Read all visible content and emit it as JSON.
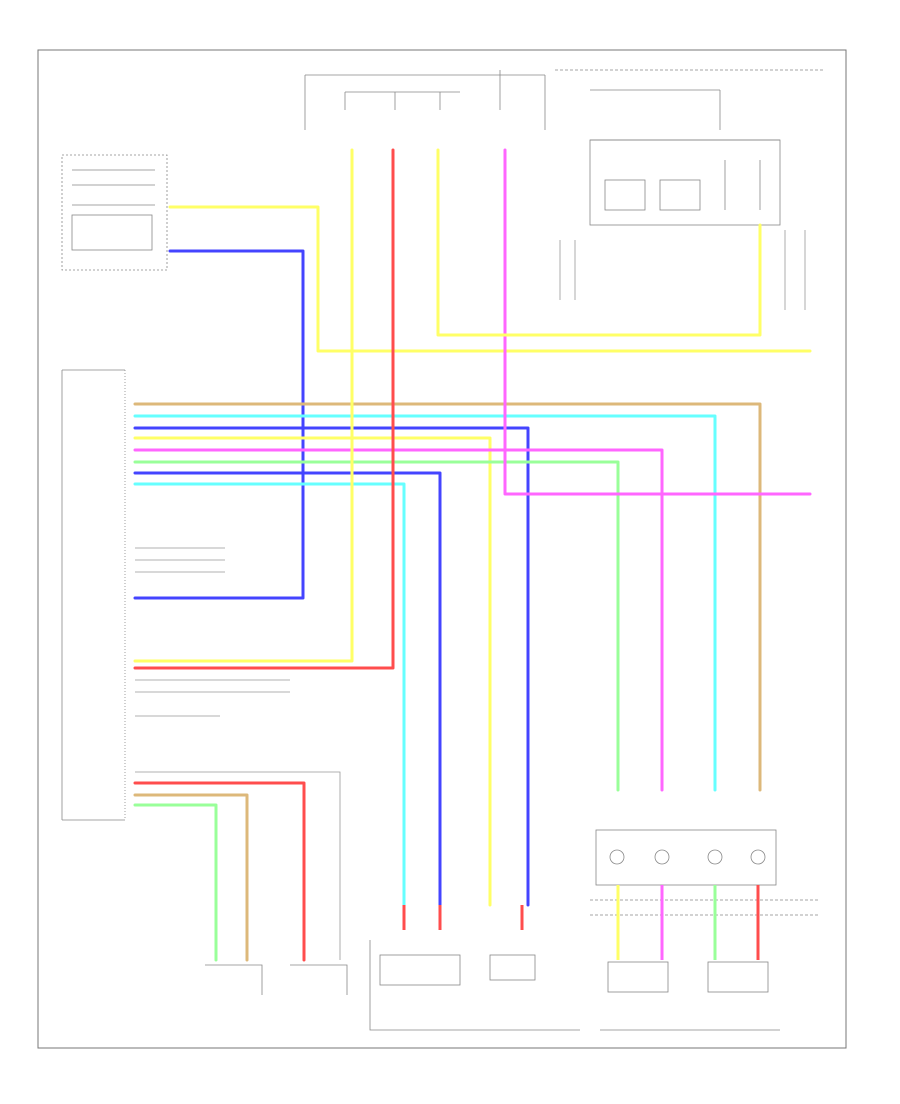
{
  "colors": {
    "yellow": "#ffff66",
    "blue": "#4444ff",
    "red": "#ff4d4d",
    "cyan": "#66ffff",
    "pink": "#ff66ff",
    "green": "#99ff99",
    "tan": "#ddb87a",
    "gray": "#888888",
    "line": "#666666"
  },
  "wires": [
    {
      "id": "pcm-yel",
      "color": "yellow"
    },
    {
      "id": "pcm-blu",
      "color": "blue"
    },
    {
      "id": "tan-top",
      "color": "tan"
    },
    {
      "id": "cyan-top",
      "color": "cyan"
    },
    {
      "id": "blue-top",
      "color": "blue"
    },
    {
      "id": "yellow-top",
      "color": "yellow"
    },
    {
      "id": "pink-top",
      "color": "pink"
    },
    {
      "id": "green-top",
      "color": "green"
    },
    {
      "id": "blue-down",
      "color": "blue"
    },
    {
      "id": "cyan-down",
      "color": "cyan"
    },
    {
      "id": "blue-left",
      "color": "blue"
    },
    {
      "id": "yellow-left",
      "color": "yellow"
    },
    {
      "id": "red-left",
      "color": "red"
    },
    {
      "id": "pink-right",
      "color": "pink"
    },
    {
      "id": "green-bottom",
      "color": "green"
    },
    {
      "id": "red-bottom",
      "color": "red"
    },
    {
      "id": "tan-bottom",
      "color": "tan"
    },
    {
      "id": "yellow-fuse",
      "color": "yellow"
    }
  ]
}
